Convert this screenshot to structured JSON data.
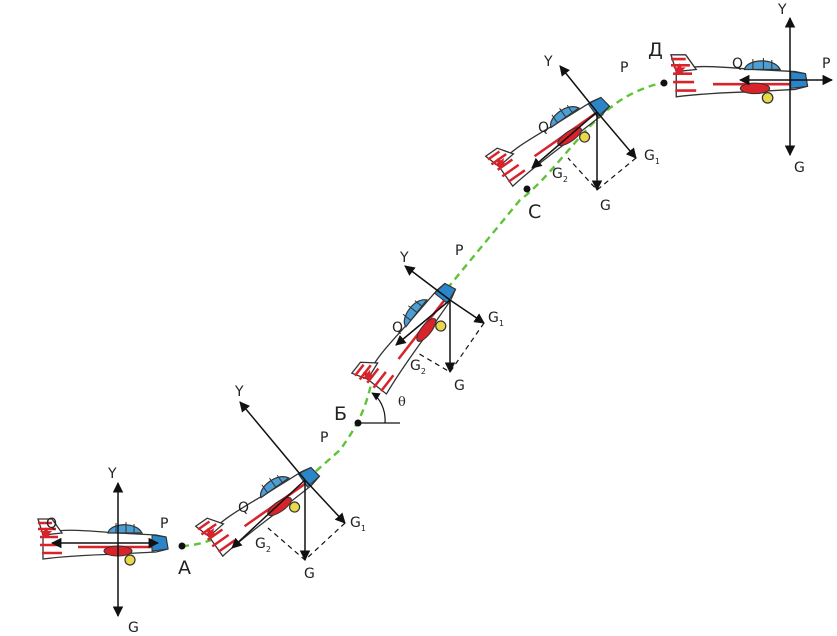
{
  "points": {
    "a": "А",
    "b": "Б",
    "c": "С",
    "d": "Д"
  },
  "angle": "θ",
  "forces": {
    "lift": "Y",
    "weight": "G",
    "thrust": "P",
    "drag": "Q",
    "weight_parallel": "G",
    "weight_perpendicular": "G",
    "sub1": "1",
    "sub2": "2"
  },
  "colors": {
    "trajectory": "#5ec437",
    "fuselage_red": "#d9232b",
    "canopy_blue": "#4b9fd5",
    "nose_blue": "#2a86c8"
  }
}
